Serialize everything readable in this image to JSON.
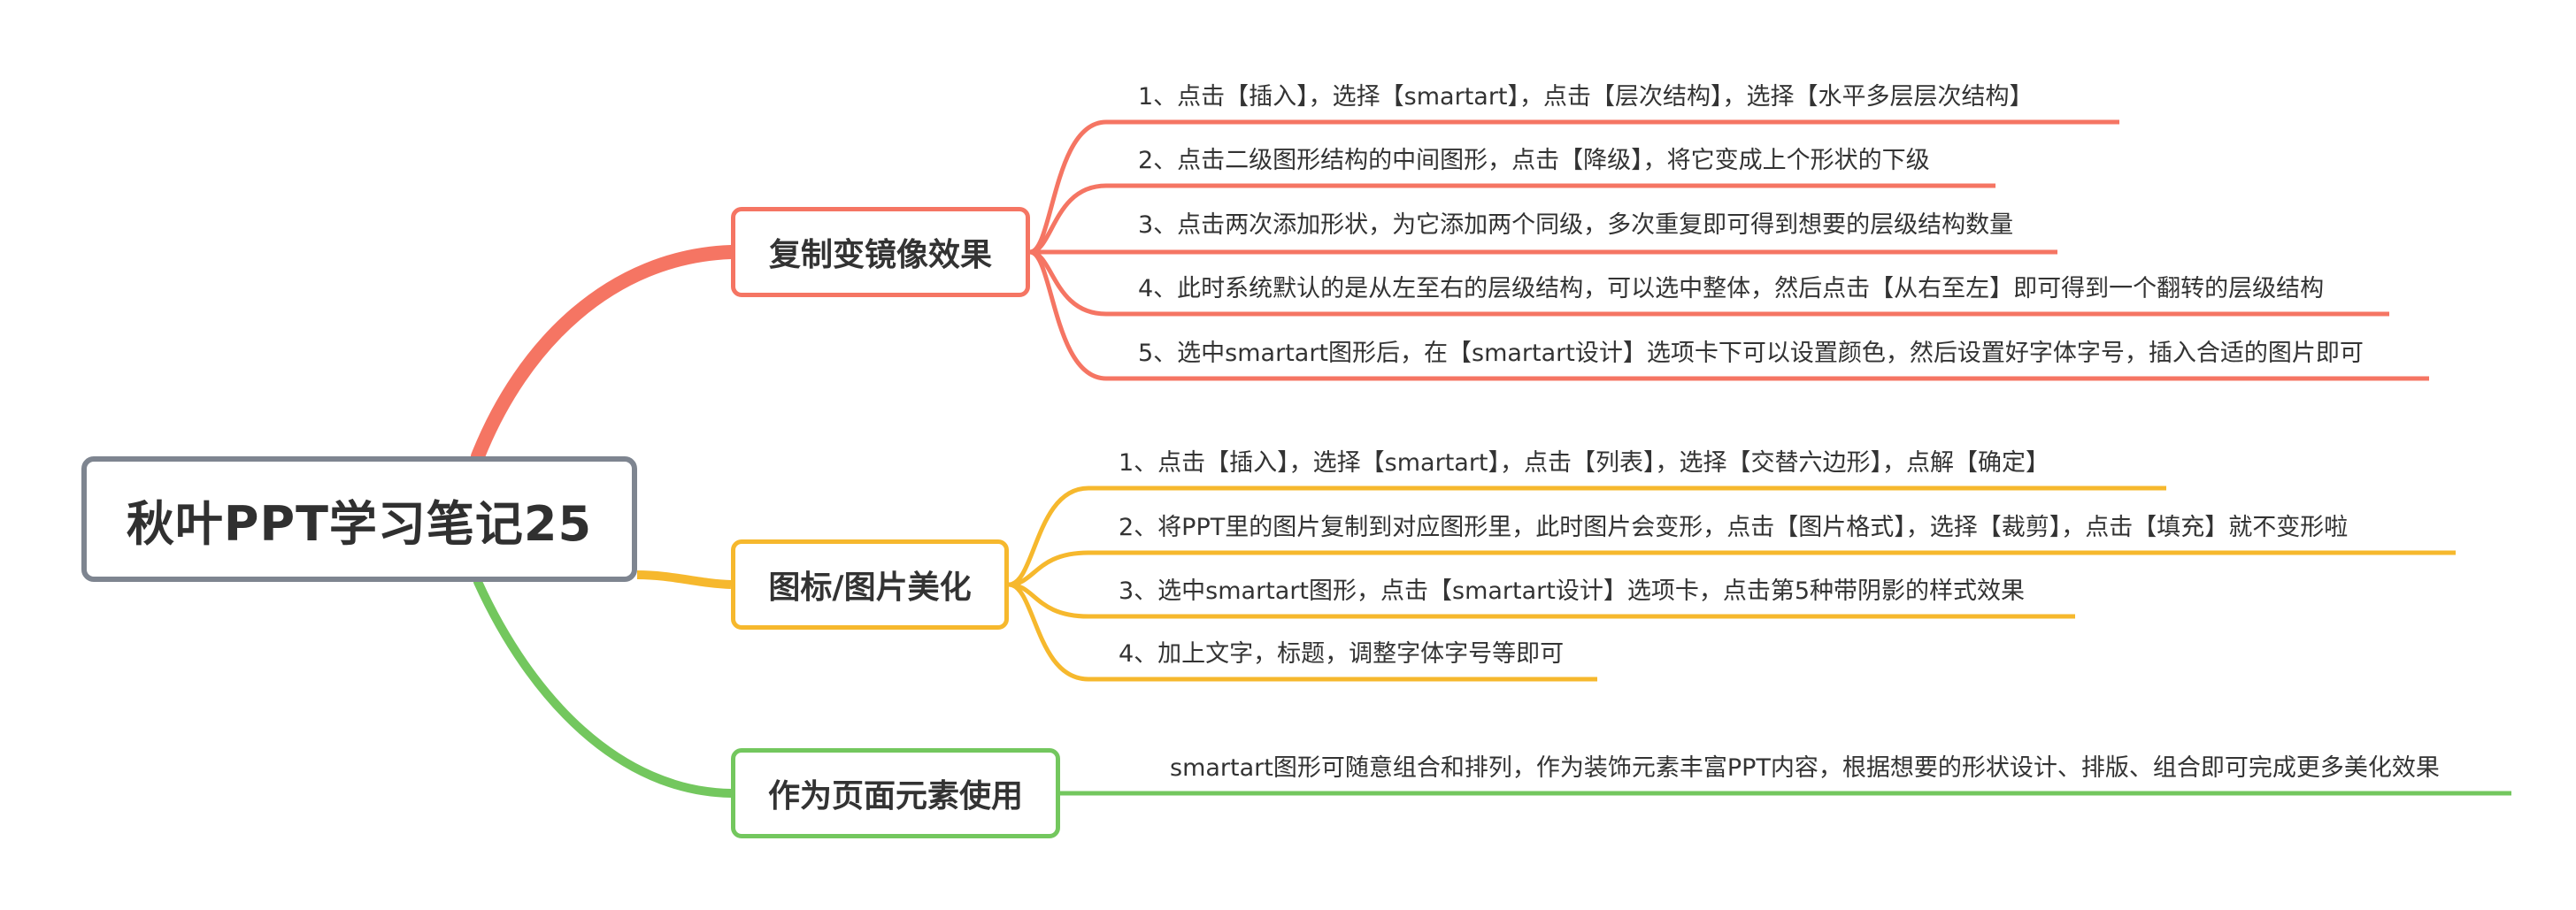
{
  "root": {
    "label": "秋叶PPT学习笔记25"
  },
  "colors": {
    "branch1": "#f57563",
    "branch2": "#f6b82d",
    "branch3": "#73c75e",
    "root_border": "#7e8590"
  },
  "branches": [
    {
      "label": "复制变镜像效果",
      "items": [
        "1、点击【插入】，选择【smartart】，点击【层次结构】，选择【水平多层层次结构】",
        "2、点击二级图形结构的中间图形，点击【降级】，将它变成上个形状的下级",
        "3、点击两次添加形状，为它添加两个同级，多次重复即可得到想要的层级结构数量",
        "4、此时系统默认的是从左至右的层级结构，可以选中整体，然后点击【从右至左】即可得到一个翻转的层级结构",
        "5、选中smartart图形后，在【smartart设计】选项卡下可以设置颜色，然后设置好字体字号，插入合适的图片即可"
      ]
    },
    {
      "label": "图标/图片美化",
      "items": [
        "1、点击【插入】，选择【smartart】，点击【列表】，选择【交替六边形】，点解【确定】",
        "2、将PPT里的图片复制到对应图形里，此时图片会变形，点击【图片格式】，选择【裁剪】，点击【填充】就不变形啦",
        "3、选中smartart图形，点击【smartart设计】选项卡，点击第5种带阴影的样式效果",
        "4、加上文字，标题，调整字体字号等即可"
      ]
    },
    {
      "label": "作为页面元素使用",
      "items": [
        "smartart图形可随意组合和排列，作为装饰元素丰富PPT内容，根据想要的形状设计、排版、组合即可完成更多美化效果"
      ]
    }
  ]
}
